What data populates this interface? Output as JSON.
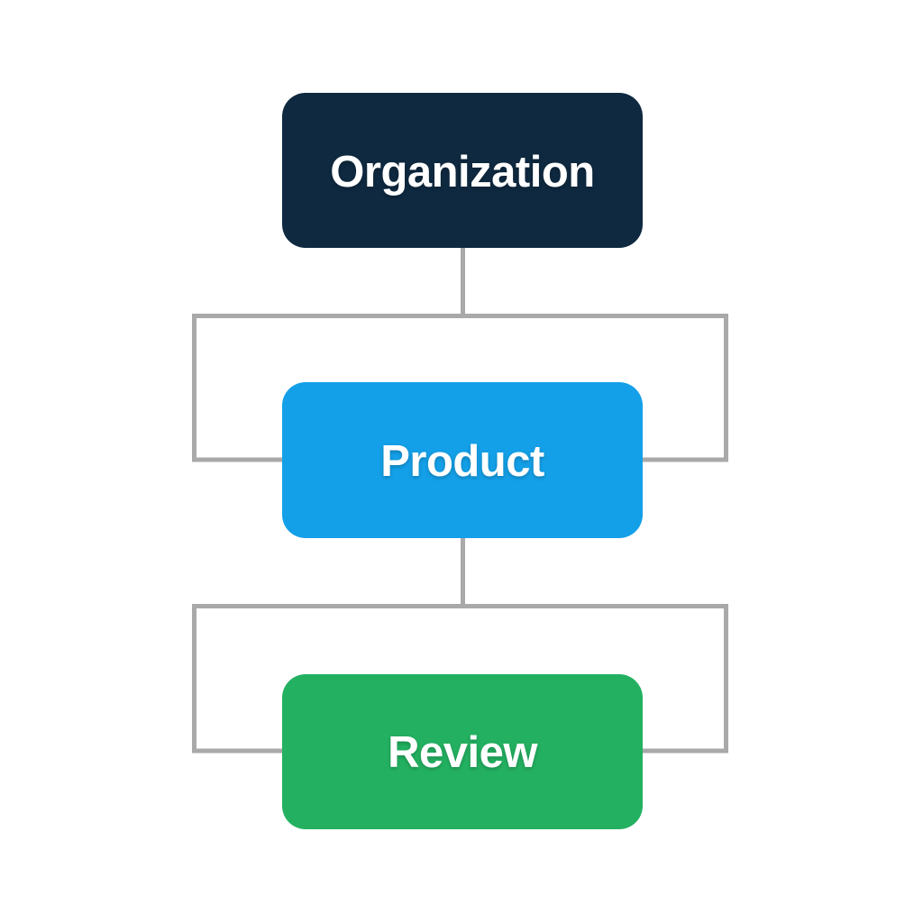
{
  "diagram": {
    "type": "flowchart",
    "background_color": "#ffffff",
    "connector_color": "#a9a9a9",
    "nodes": [
      {
        "id": "organization",
        "label": "Organization",
        "color": "#0e2940",
        "text_color": "#ffffff"
      },
      {
        "id": "product",
        "label": "Product",
        "color": "#14a0e8",
        "text_color": "#ffffff"
      },
      {
        "id": "review",
        "label": "Review",
        "color": "#23b161",
        "text_color": "#ffffff"
      }
    ],
    "edges": [
      {
        "from": "organization",
        "to": "product"
      },
      {
        "from": "product",
        "to": "review"
      }
    ]
  }
}
